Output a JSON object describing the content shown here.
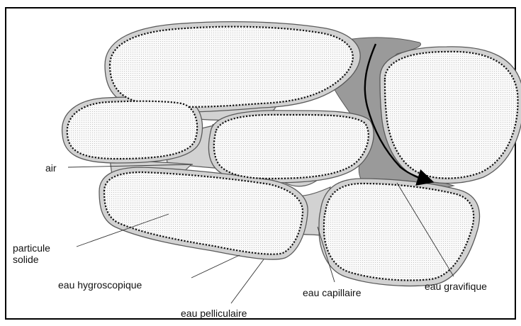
{
  "labels": {
    "air": "air",
    "particle_line1": "particule",
    "particle_line2": "solide",
    "hygroscopic": "eau hygroscopique",
    "pellicular": "eau pelliculaire",
    "capillary": "eau capillaire",
    "gravitational": "eau gravifique"
  },
  "colors": {
    "water_film": "#d2d2d2",
    "gravitational_water": "#9a9a9a",
    "particle_fill": "#fafafa",
    "particle_dots": "#b8b8b8",
    "outline": "#5a5a5a",
    "hygroscopic_dotted": "#111111"
  }
}
